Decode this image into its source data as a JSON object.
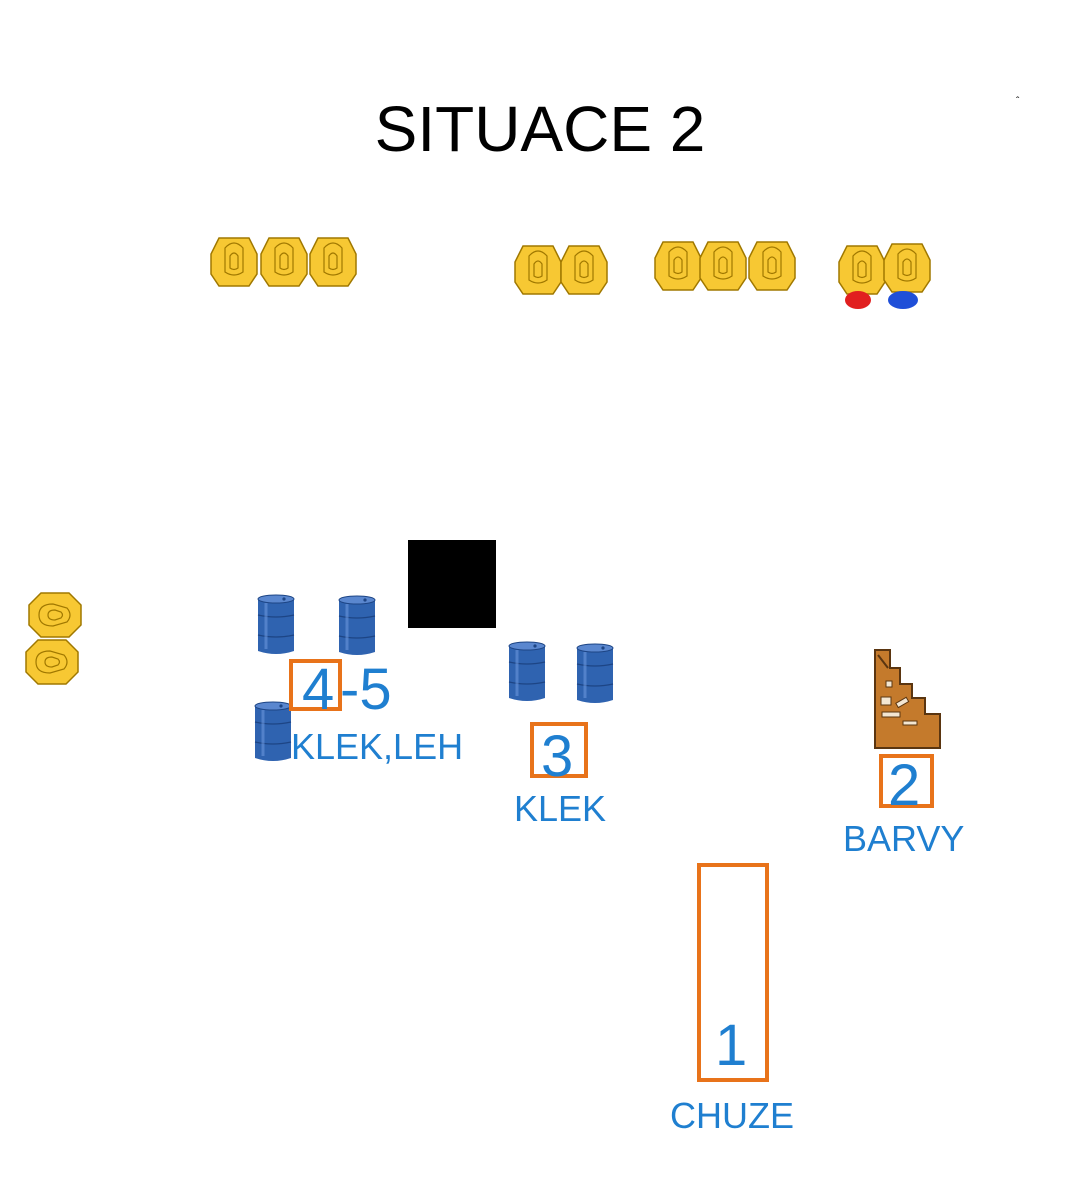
{
  "title": "SITUACE 2",
  "corner_mark": "ˆ",
  "colors": {
    "target_fill": "#f7c833",
    "target_stroke": "#a07800",
    "barrel": "#2f63b0",
    "box": "#e8731a",
    "label": "#1f7fd0",
    "obstacle": "#000000",
    "wall": "#c47a2c",
    "marker_red": "#e11f1f",
    "marker_blue": "#1f4fd8"
  },
  "targets": {
    "group_a_count": 3,
    "group_b_count": 2,
    "group_c_count": 3,
    "group_d_count": 2,
    "group_d_markers": [
      "red",
      "blue"
    ],
    "side_group_count": 2
  },
  "positions": [
    {
      "number": "1",
      "label": "CHUZE"
    },
    {
      "number": "2",
      "label": "BARVY"
    },
    {
      "number": "3",
      "label": "KLEK"
    },
    {
      "number": "4",
      "suffix": "-5",
      "label": "KLEK,LEH"
    }
  ],
  "props": {
    "barrels": "barrel-icon",
    "wall": "wall-icon",
    "obstacle": "black-square"
  }
}
